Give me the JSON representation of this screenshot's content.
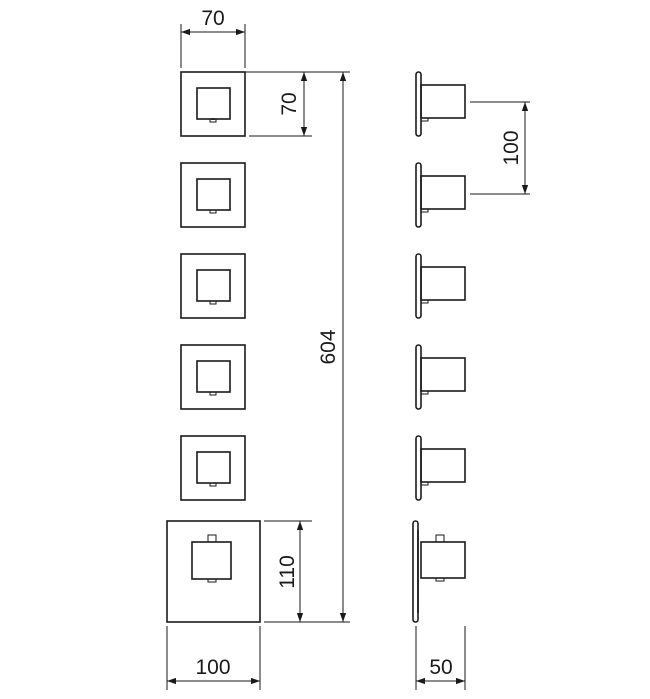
{
  "dimensions": {
    "front_plate_width": "70",
    "front_plate_height": "70",
    "total_height": "604",
    "spacing": "100",
    "large_plate_height": "110",
    "large_plate_width": "100",
    "depth": "50"
  },
  "front_small_units": 5,
  "side_small_units": 5
}
